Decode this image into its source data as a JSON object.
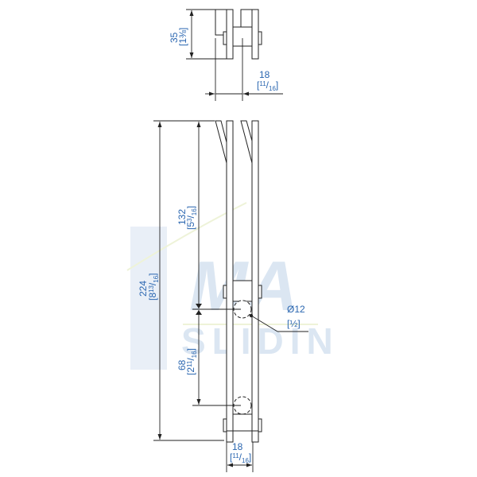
{
  "watermark": {
    "line1": "MA",
    "line2": "SLIDIN",
    "color": "#dbe6f2"
  },
  "colors": {
    "dimension_text": "#2a66b0",
    "outline": "#222222"
  },
  "top_view": {
    "height_dim": {
      "mm": "35",
      "inch": "[1⅜]"
    },
    "width_dim": {
      "mm": "18",
      "inch_prefix": "[",
      "inch_num": "11",
      "inch_den": "16",
      "inch_suffix": "]"
    }
  },
  "front_view": {
    "overall_height": {
      "mm": "224",
      "inch_prefix": "[8",
      "inch_num": "13",
      "inch_den": "16",
      "inch_suffix": "]"
    },
    "upper_hole_offset": {
      "mm": "132",
      "inch_prefix": "[5",
      "inch_num": "3",
      "inch_den": "16",
      "inch_suffix": "]"
    },
    "lower_hole_offset": {
      "mm": "68",
      "inch_prefix": "[2",
      "inch_num": "11",
      "inch_den": "16",
      "inch_suffix": "]"
    },
    "hole_diameter": {
      "mm": "Ø12",
      "inch": "[½]"
    },
    "bottom_width": {
      "mm": "18",
      "inch_prefix": "[",
      "inch_num": "11",
      "inch_den": "16",
      "inch_suffix": "]"
    }
  }
}
